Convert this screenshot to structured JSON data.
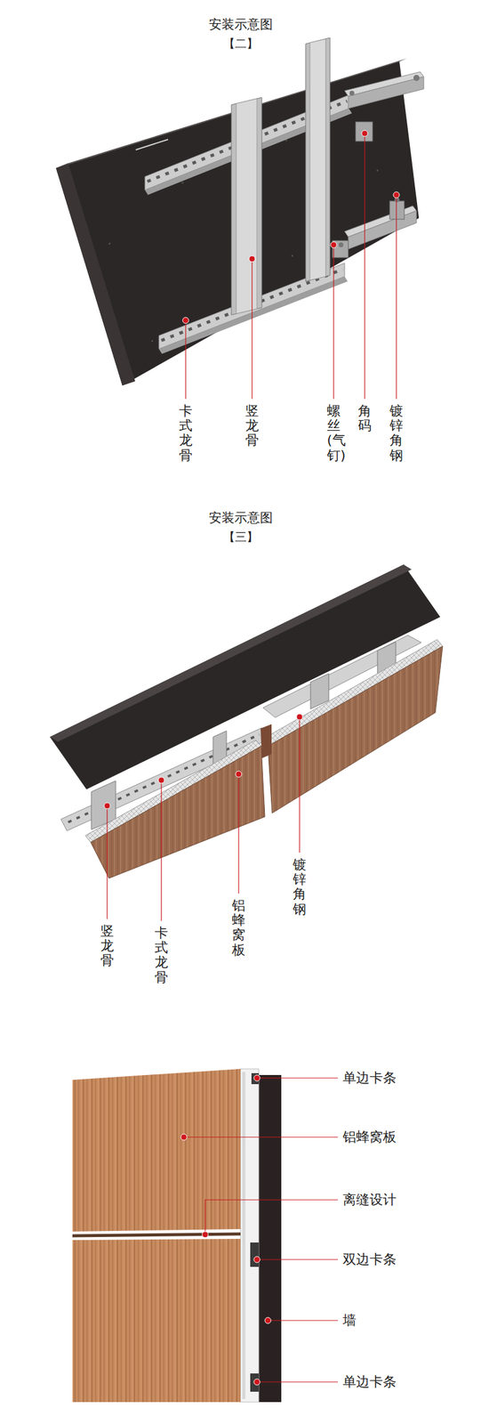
{
  "diagram": {
    "labels": [
      "安装示意图",
      "【二】",
      "卡式龙骨",
      "竖龙骨",
      "螺丝(气钉)",
      "角码",
      "镀锌角钢",
      "安装示意图",
      "【三】",
      "镀锌角钢",
      "竖龙骨",
      "卡式龙骨",
      "铝蜂窝板",
      "单边卡条",
      "铝蜂窝板",
      "离缝设计",
      "双边卡条",
      "墙",
      "单边卡条"
    ]
  }
}
